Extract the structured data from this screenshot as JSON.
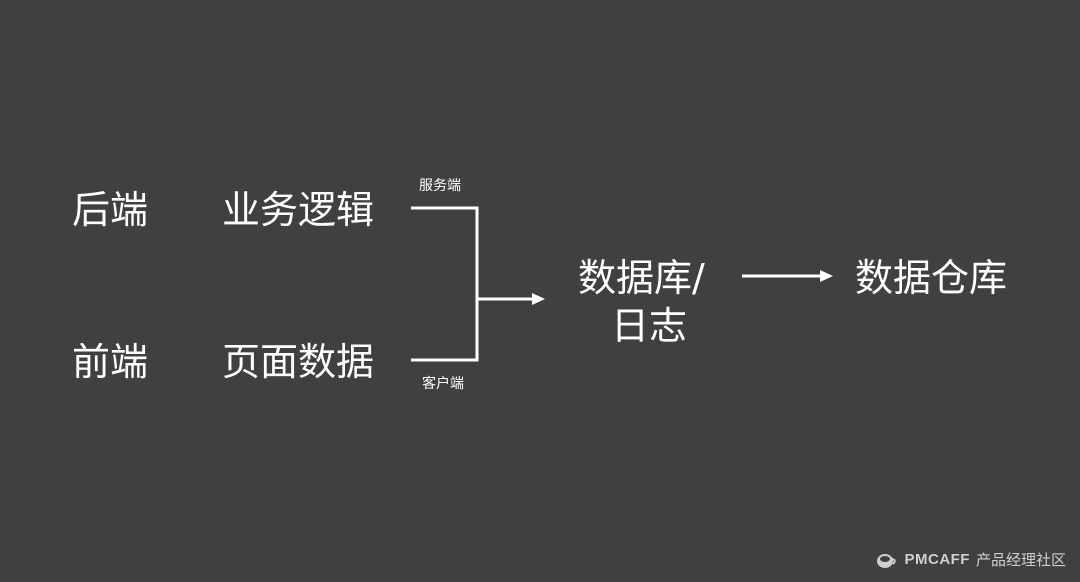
{
  "rows": {
    "backend": {
      "side": "后端",
      "content": "业务逻辑",
      "channel": "服务端"
    },
    "frontend": {
      "side": "前端",
      "content": "页面数据",
      "channel": "客户端"
    }
  },
  "flow": {
    "storage_line1": "数据库/",
    "storage_line2": "日志",
    "warehouse": "数据仓库"
  },
  "watermark": {
    "brand": "PMCAFF",
    "suffix": "产品经理社区"
  },
  "colors": {
    "background": "#404040",
    "foreground": "#ffffff"
  }
}
